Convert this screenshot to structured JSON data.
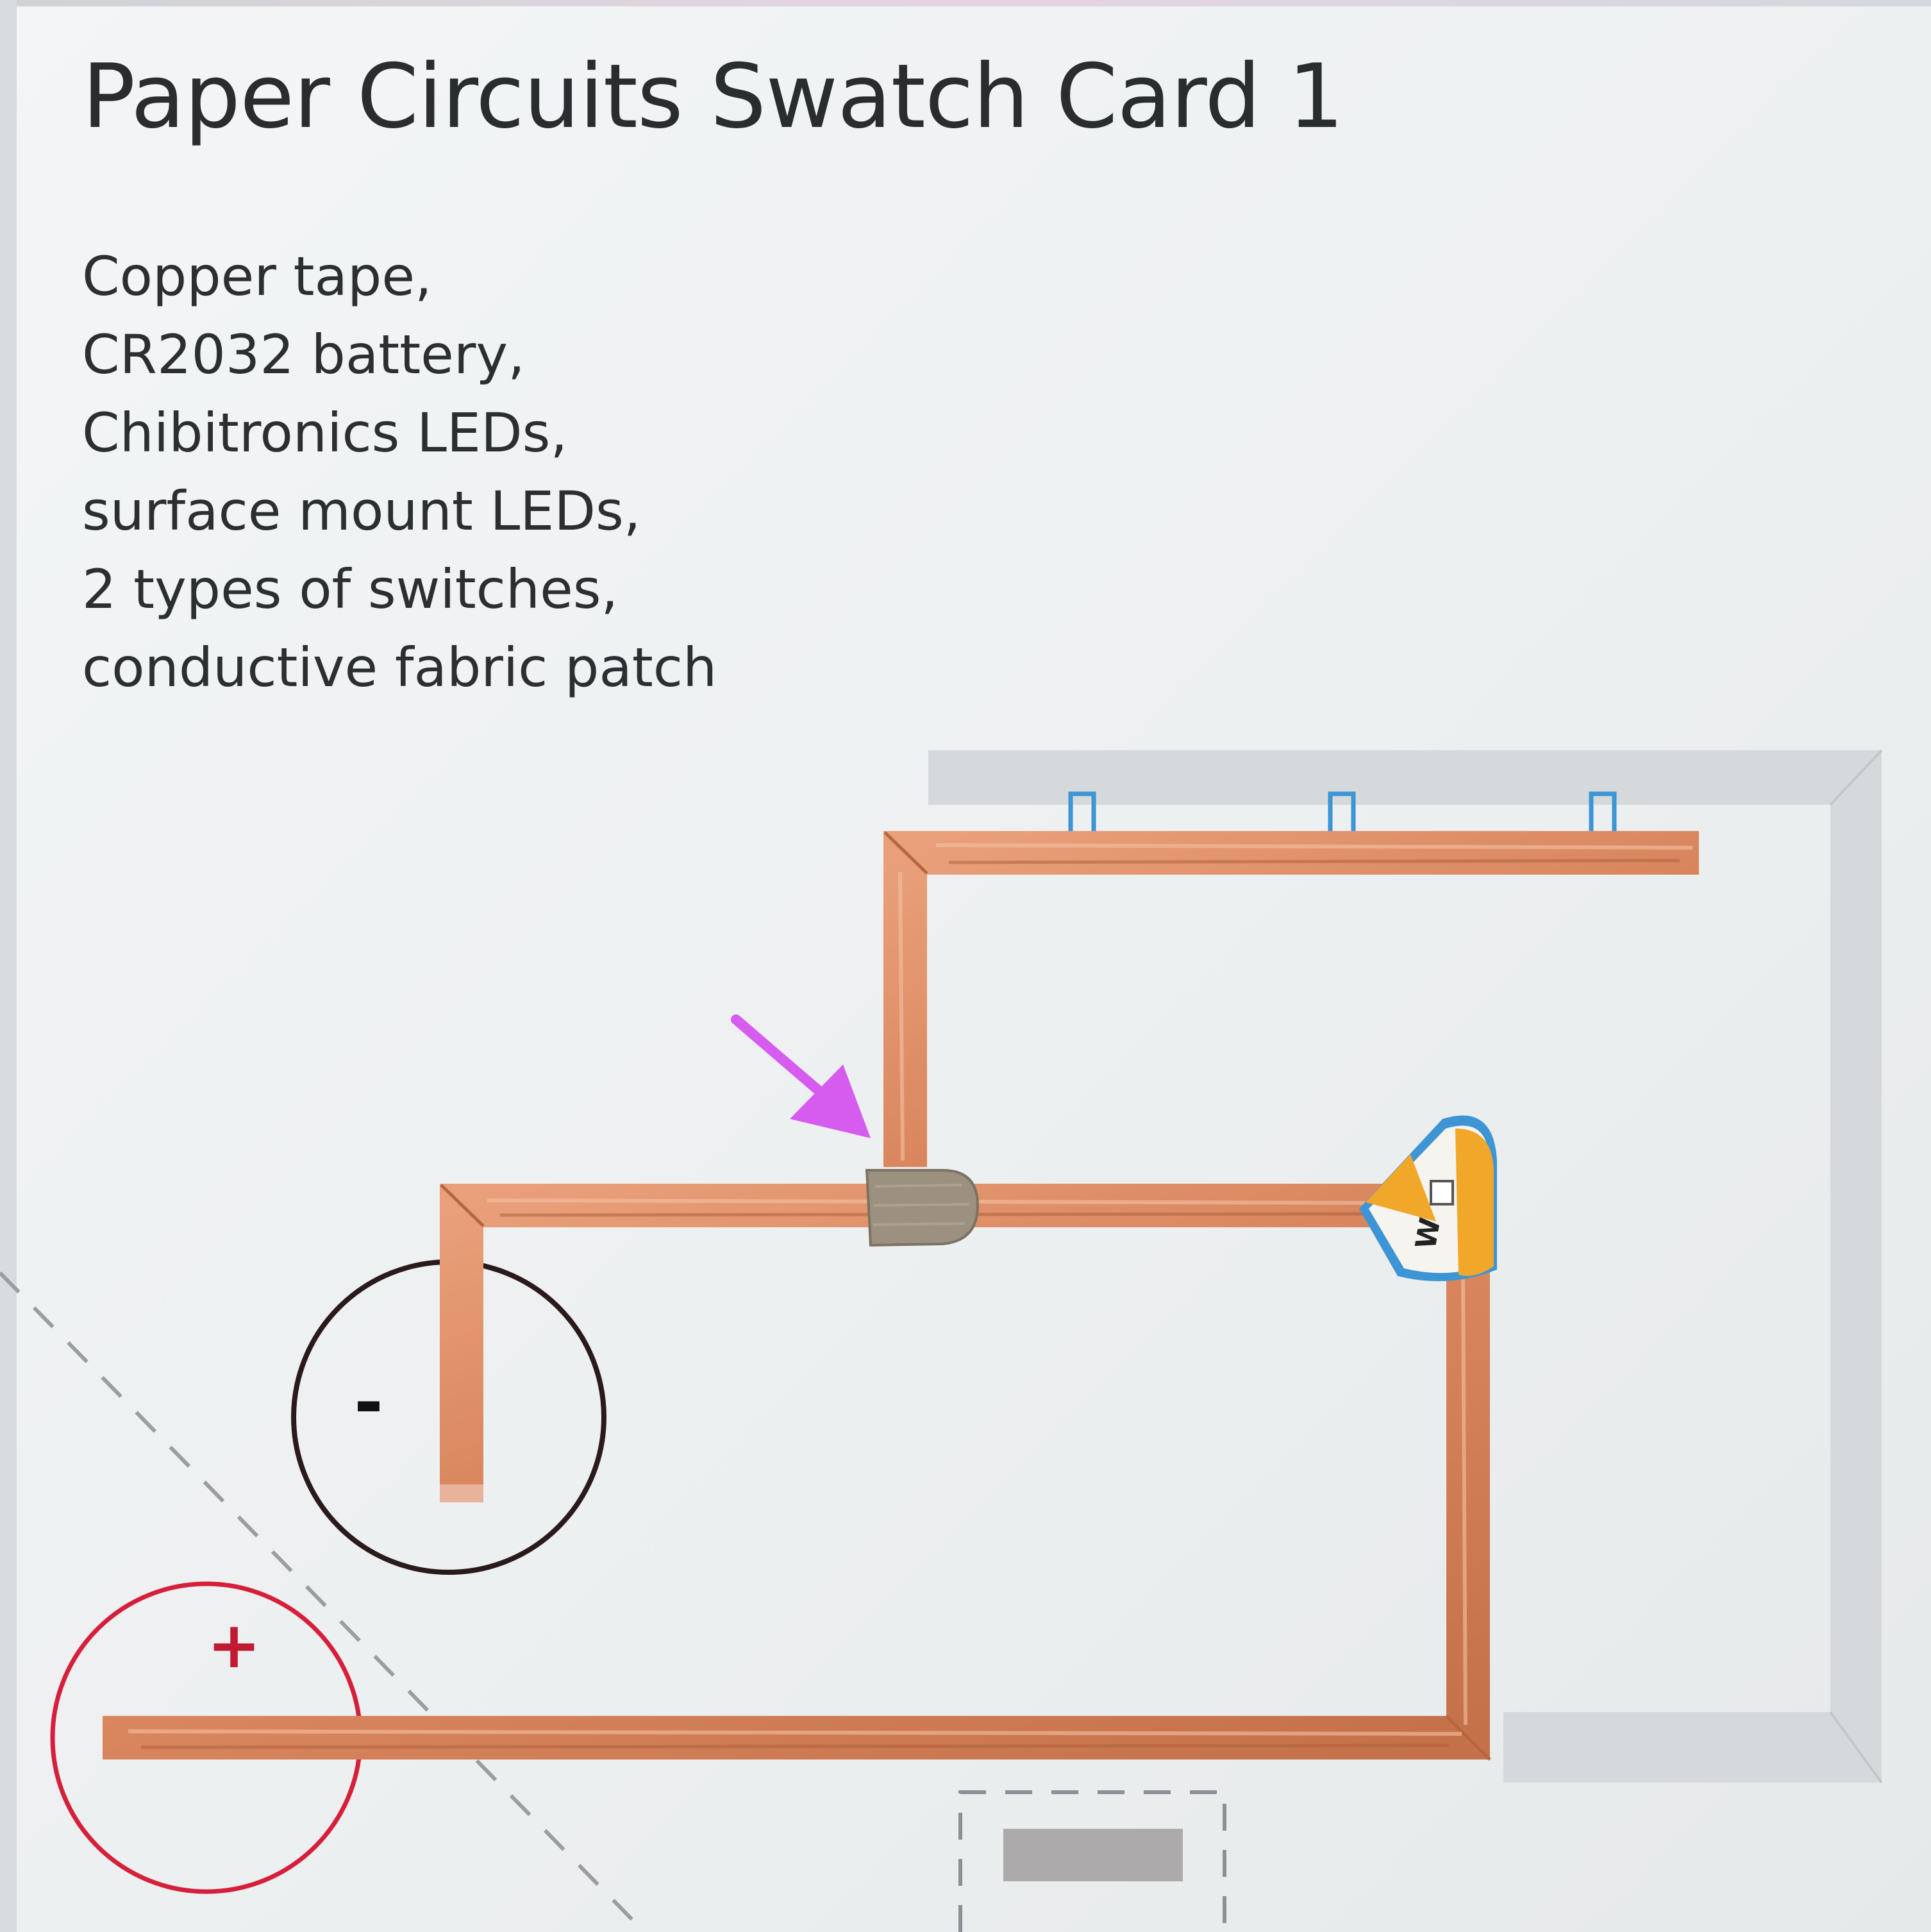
{
  "card": {
    "title": "Paper Circuits Swatch Card 1",
    "materials": [
      "Copper tape,",
      "CR2032 battery,",
      "Chibitronics LEDs,",
      "surface mount LEDs,",
      "2 types of switches,",
      "conductive fabric patch"
    ]
  },
  "battery": {
    "negative_label": "-",
    "positive_label": "+"
  },
  "led_sticker": {
    "text": "W"
  },
  "colors": {
    "background": "#eef0f1",
    "text": "#2a2d30",
    "copper": "#d9865e",
    "copper_dark": "#b8663f",
    "fabric_patch": "#9c9180",
    "arrow": "#d65cf0",
    "negative_circle": "#2a1a1c",
    "positive_circle": "#d61f3a",
    "guide_gray": "#d6d9dc",
    "tab_blue": "#3d95d6",
    "dashed_line": "#9a9ea2"
  }
}
